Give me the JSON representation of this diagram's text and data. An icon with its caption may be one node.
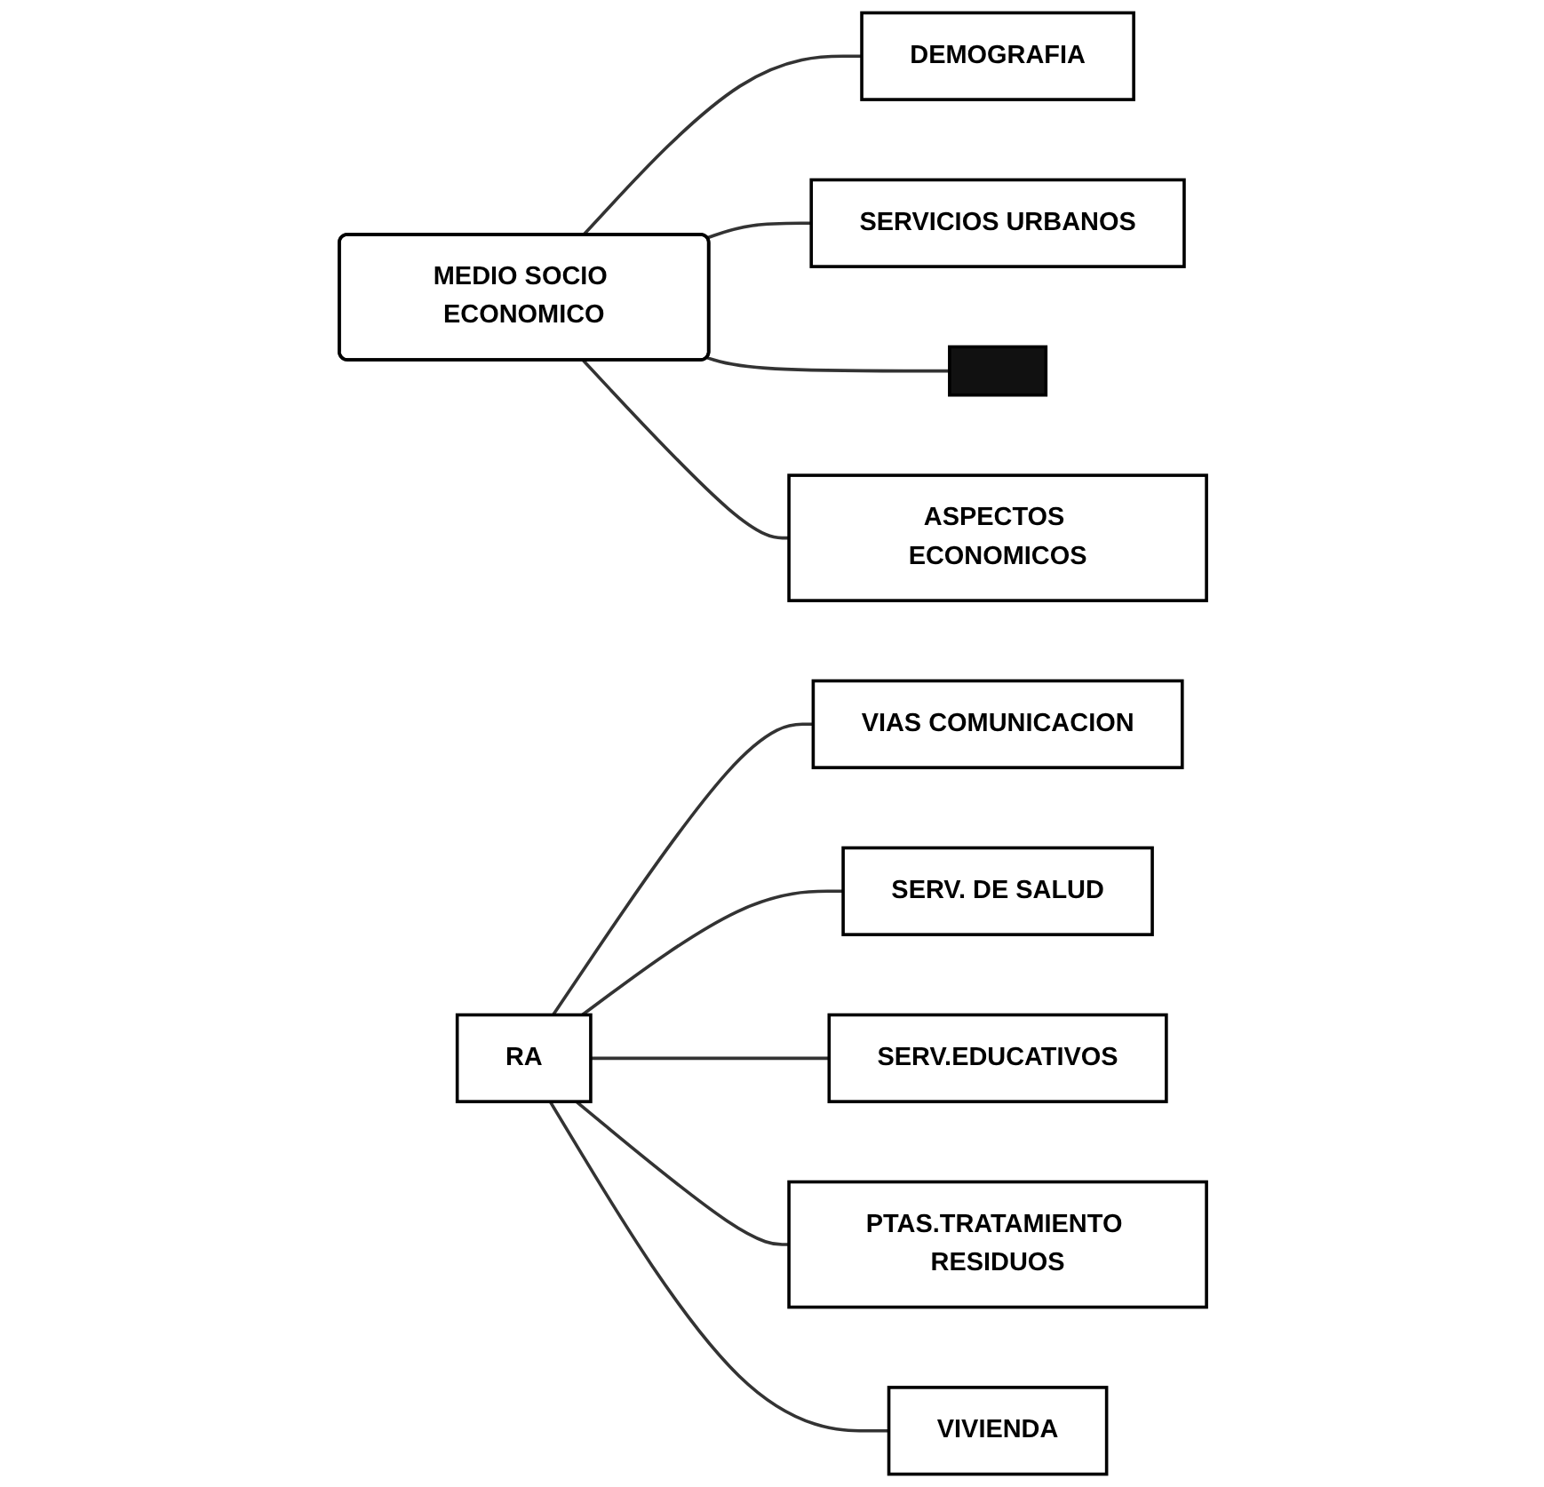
{
  "diagram": {
    "nodes": [
      {
        "text": [
          "MEDIO SOCIO ECONOMICO"
        ]
      },
      {
        "text": [
          "DEMOGRAFIA"
        ]
      },
      {
        "text": [
          "SERVICIOS URBANOS"
        ]
      },
      {
        "text": [],
        "shape": "box"
      },
      {
        "text": [
          "ASPECTOS ECONOMICOS"
        ]
      },
      {
        "text": [
          "RA"
        ]
      },
      {
        "text": [
          "VIAS COMUNICACION"
        ]
      },
      {
        "text": [
          "SERV. DE SALUD"
        ]
      },
      {
        "text": [
          "SERV.EDUCATIVOS"
        ]
      },
      {
        "text": [
          "PTAS.TRATAMIENTO RESIDUOS"
        ]
      },
      {
        "text": [
          "VIVIENDA"
        ]
      }
    ],
    "edges": [
      {
        "from": 0,
        "to": 1,
        "arrow": "none"
      },
      {
        "from": 0,
        "to": 2,
        "arrow": "none"
      },
      {
        "from": 0,
        "to": 3,
        "arrow": "none"
      },
      {
        "from": 0,
        "to": 4,
        "arrow": "none"
      },
      {
        "from": 5,
        "to": 6,
        "arrow": "none"
      },
      {
        "from": 5,
        "to": 7,
        "arrow": "none"
      },
      {
        "from": 5,
        "to": 8,
        "arrow": "none"
      },
      {
        "from": 5,
        "to": 9,
        "arrow": "none"
      },
      {
        "from": 5,
        "to": 10,
        "arrow": "none"
      }
    ]
  }
}
